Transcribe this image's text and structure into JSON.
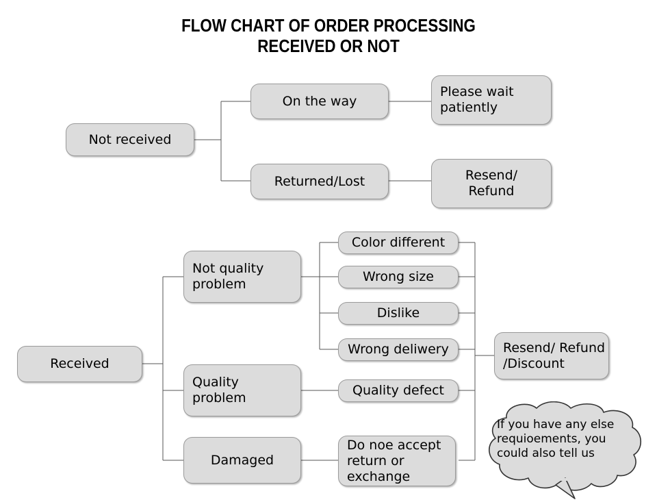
{
  "title": {
    "line1": "FLOW CHART OF ORDER PROCESSING",
    "line2": "RECEIVED OR NOT"
  },
  "colors": {
    "node_fill": "#dcdcdc",
    "node_border": "#9a9a9a",
    "line": "#555555",
    "text": "#000000",
    "background": "#ffffff"
  },
  "flow_not_received": {
    "root": {
      "label": "Not received"
    },
    "branches": [
      {
        "label": "On the way",
        "outcome": "Please wait\npatiently"
      },
      {
        "label": "Returned/Lost",
        "outcome": "Resend/\nRefund"
      }
    ]
  },
  "flow_received": {
    "root": {
      "label": "Received"
    },
    "branches": [
      {
        "label": "Not quality\nproblem",
        "reasons": [
          "Color different",
          "Wrong size",
          "Dislike",
          "Wrong deliwery"
        ]
      },
      {
        "label": "Quality\nproblem",
        "reasons": [
          "Quality defect"
        ]
      },
      {
        "label": "Damaged",
        "reasons": [
          "Do noe accept\nreturn or\nexchange"
        ]
      }
    ],
    "outcome": {
      "label": "Resend/ Refund\n/Discount"
    }
  },
  "callout": {
    "text": "If you have any else\nrequioements, you\ncould also tell us"
  }
}
